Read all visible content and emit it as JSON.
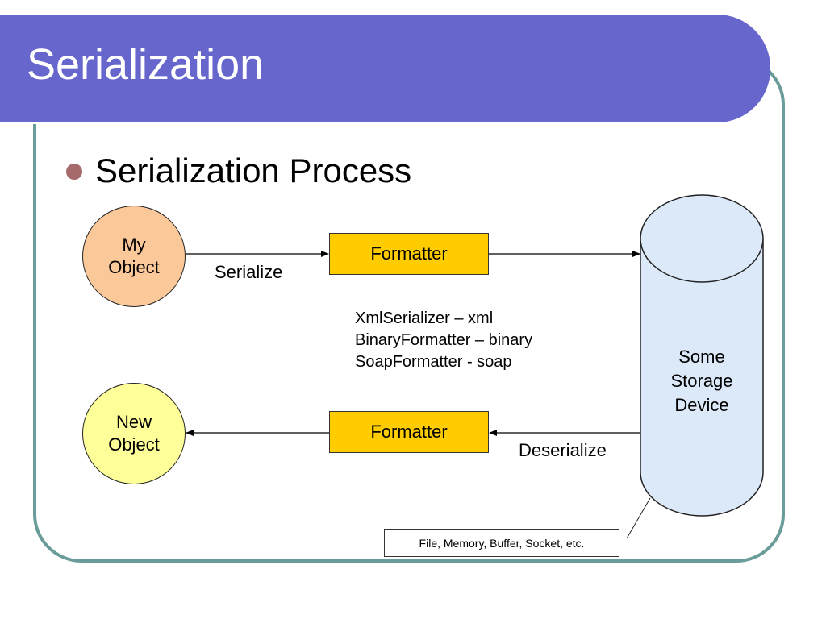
{
  "slide": {
    "title": "Serialization",
    "bullet": "Serialization Process"
  },
  "diagram": {
    "my_object": {
      "line1": "My",
      "line2": "Object"
    },
    "new_object": {
      "line1": "New",
      "line2": "Object"
    },
    "formatter_top": "Formatter",
    "formatter_bottom": "Formatter",
    "serialize_label": "Serialize",
    "deserialize_label": "Deserialize",
    "formatters": [
      "XmlSerializer – xml",
      "BinaryFormatter – binary",
      "SoapFormatter - soap"
    ],
    "storage": {
      "line1": "Some",
      "line2": "Storage",
      "line3": "Device"
    },
    "storage_note": "File, Memory, Buffer, Socket, etc."
  },
  "colors": {
    "title_bar": "#6666cc",
    "frame": "#6a9c99",
    "bullet": "#a66a6d",
    "my_object_fill": "#fbc89a",
    "new_object_fill": "#ffff99",
    "formatter_fill": "#ffcc00",
    "storage_fill": "#dce9f8"
  }
}
